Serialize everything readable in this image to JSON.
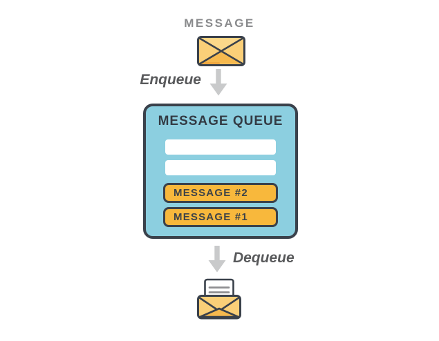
{
  "diagram": {
    "producer": {
      "label": "MESSAGE"
    },
    "enqueue": {
      "label": "Enqueue"
    },
    "queue": {
      "title": "MESSAGE QUEUE",
      "slots": [
        {
          "type": "empty",
          "label": ""
        },
        {
          "type": "empty",
          "label": ""
        },
        {
          "type": "message",
          "label": "MESSAGE #2"
        },
        {
          "type": "message",
          "label": "MESSAGE #1"
        }
      ]
    },
    "dequeue": {
      "label": "Dequeue"
    },
    "icons": {
      "producer": "closed-envelope-icon",
      "enqueue_flow": "down-arrow-icon",
      "dequeue_flow": "down-arrow-icon",
      "consumer": "open-envelope-icon"
    },
    "colors": {
      "label_gray": "#8A8B8D",
      "flow_text": "#58595B",
      "arrow_gray": "#C9CACB",
      "outline": "#3A414B",
      "queue_fill": "#8CCFE0",
      "queue_title": "#333B44",
      "slot_white": "#FFFFFF",
      "message_fill": "#F8B83C",
      "message_text": "#3E4348",
      "envelope_fill": "#FACF78",
      "envelope_light": "#FCD88A",
      "envelope_dark": "#F6B94E",
      "paper_line": "#8E8E91"
    }
  }
}
